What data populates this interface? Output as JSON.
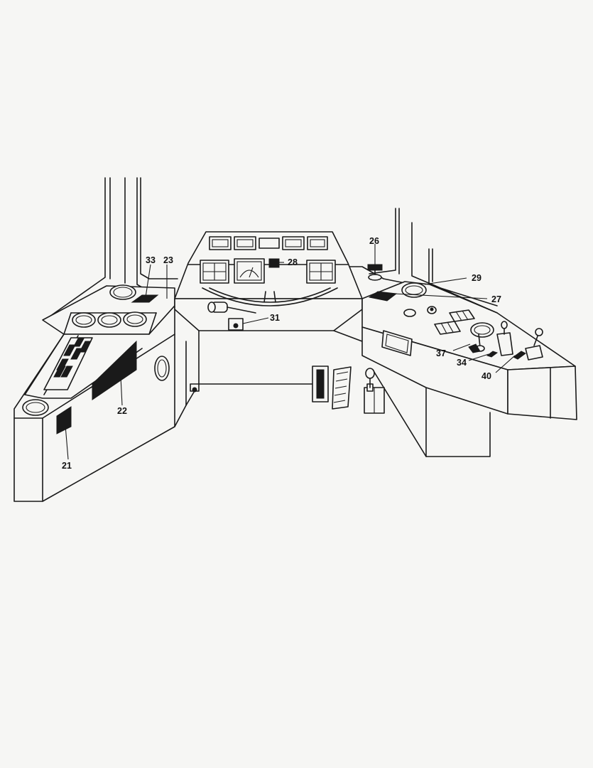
{
  "diagram": {
    "callouts": [
      {
        "id": "c21",
        "label": "21"
      },
      {
        "id": "c22",
        "label": "22"
      },
      {
        "id": "c23",
        "label": "23"
      },
      {
        "id": "c26",
        "label": "26"
      },
      {
        "id": "c27",
        "label": "27"
      },
      {
        "id": "c28",
        "label": "28"
      },
      {
        "id": "c29",
        "label": "29"
      },
      {
        "id": "c31",
        "label": "31"
      },
      {
        "id": "c33",
        "label": "33"
      },
      {
        "id": "c34",
        "label": "34"
      },
      {
        "id": "c37",
        "label": "37"
      },
      {
        "id": "c40",
        "label": "40"
      }
    ]
  }
}
